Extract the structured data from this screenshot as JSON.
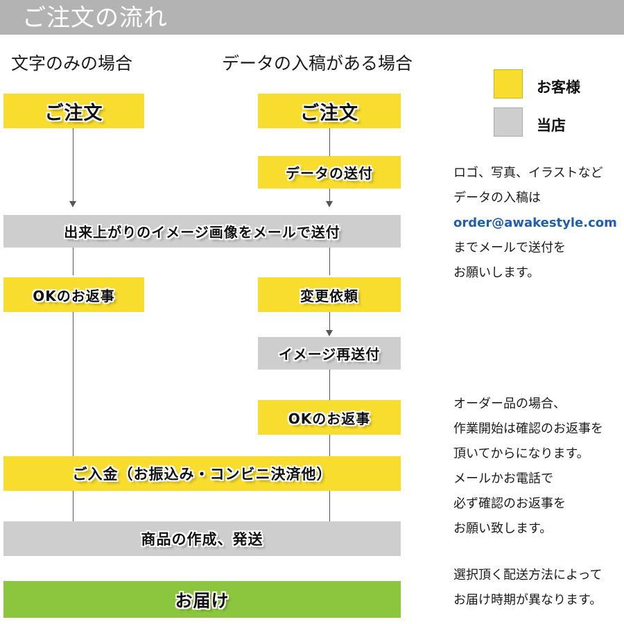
{
  "header": {
    "title": "ご注文の流れ"
  },
  "columns": {
    "left_caption": "文字のみの場合",
    "right_caption": "データの入稿がある場合"
  },
  "legend": {
    "items": [
      {
        "label": "お客様",
        "color": "#f8dc2e",
        "swatch": "yellow-swatch"
      },
      {
        "label": "当店",
        "color": "#cecece",
        "swatch": "gray-swatch"
      }
    ]
  },
  "flow": {
    "left_order": "ご注文",
    "right_order": "ご注文",
    "data_send": "データの送付",
    "image_mail": "出来上がりのイメージ画像をメールで送付",
    "ok_reply_left": "OKのお返事",
    "change_request": "変更依頼",
    "image_resend": "イメージ再送付",
    "ok_reply_right": "OKのお返事",
    "payment": "ご入金（お振込み・コンビニ決済他）",
    "production": "商品の作成、発送",
    "delivery": "お届け"
  },
  "notes": {
    "data_block": {
      "line1": "ロゴ、写真、イラストなど",
      "line2": "データの入稿は",
      "email": "order@awakestyle.com",
      "email_color": "#1f5fb0",
      "line4": "までメールで送付を",
      "line5": "お願いします。"
    },
    "order_block": {
      "line1": "オーダー品の場合、",
      "line2": "作業開始は確認のお返事を",
      "line3": "頂いてからになります。",
      "line4": "メールかお電話で",
      "line5": "必ず確認のお返事を",
      "line6": "お願い致します。"
    },
    "shipping_block": {
      "line1": "選択頂く配送方法によって",
      "line2": "お届け時期が異なります。"
    }
  }
}
